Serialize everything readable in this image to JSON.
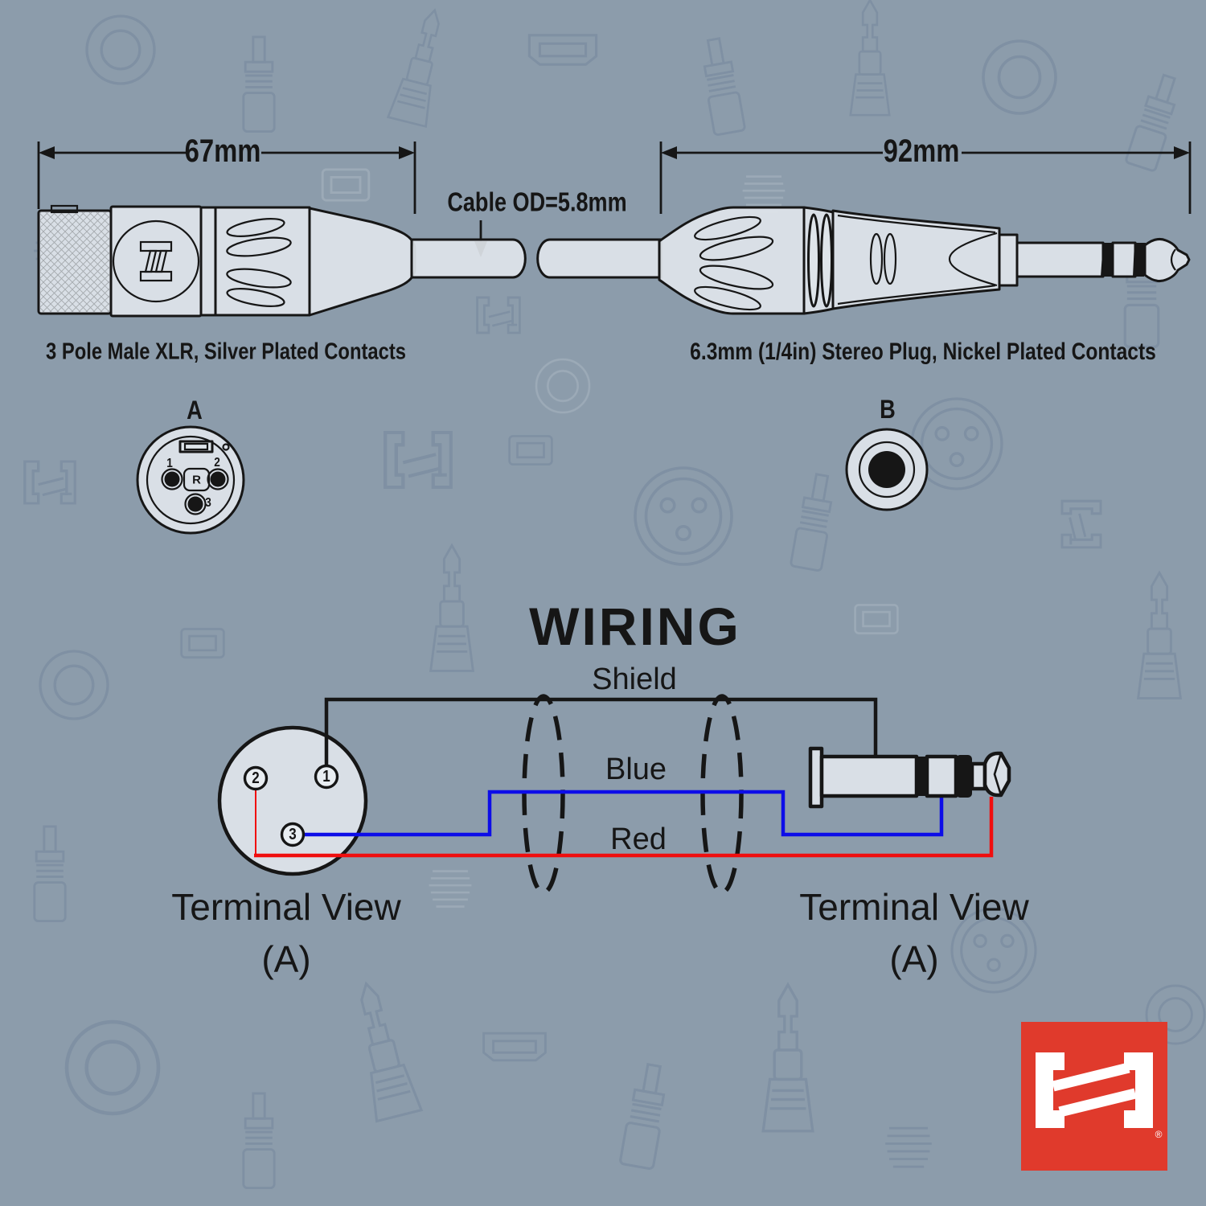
{
  "colors": {
    "background": "#8C9CAB",
    "ink": "#161616",
    "wire_blue": "#0D0DE8",
    "wire_red": "#F00E0E",
    "logo_red": "#E03A2C",
    "pattern": "#72859A"
  },
  "dimensions": {
    "xlr_length_label": "67mm",
    "plug_length_label": "92mm",
    "cable_od_label": "Cable OD=5.8mm"
  },
  "captions": {
    "xlr": "3 Pole Male XLR, Silver Plated Contacts",
    "plug": "6.3mm (1/4in) Stereo Plug, Nickel Plated Contacts"
  },
  "views": {
    "xlr_view_label": "A",
    "plug_view_label": "B",
    "pin_numbers": [
      "1",
      "2",
      "3"
    ],
    "xlr_center_mark": "R"
  },
  "wiring": {
    "title": "WIRING",
    "wires": {
      "shield": {
        "label": "Shield",
        "color": "#161616"
      },
      "blue": {
        "label": "Blue",
        "color": "#0D0DE8"
      },
      "red": {
        "label": "Red",
        "color": "#F00E0E"
      }
    },
    "left_terminal_title": "Terminal View",
    "left_terminal_sub": "(A)",
    "right_terminal_title": "Terminal View",
    "right_terminal_sub": "(A)"
  },
  "logo": {
    "registered_mark": "®"
  }
}
